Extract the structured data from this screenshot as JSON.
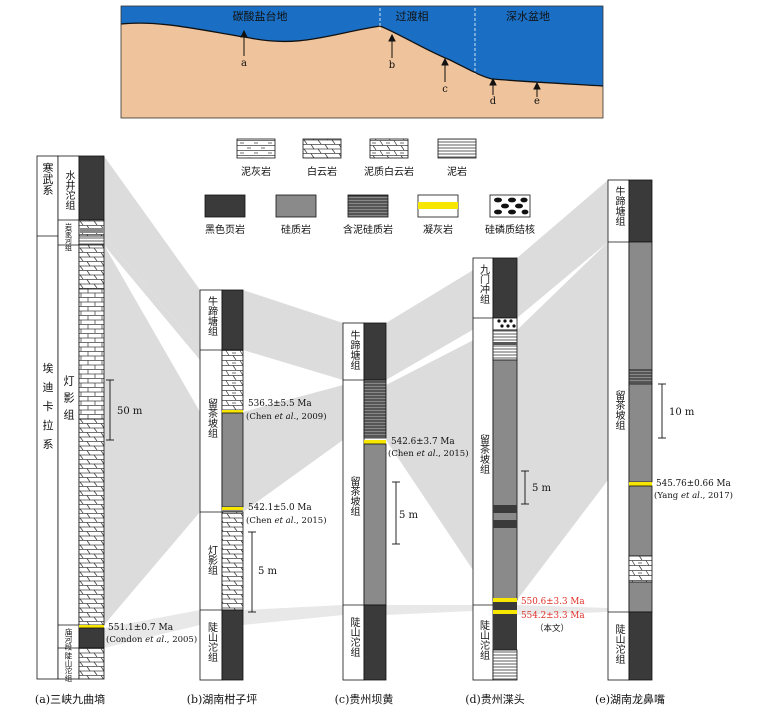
{
  "basin": {
    "zones": [
      "碳酸盐台地",
      "过渡相",
      "深水盆地"
    ],
    "sites": [
      "a",
      "b",
      "c",
      "d",
      "e"
    ],
    "colors": {
      "water": "#1a6fc4",
      "sediment": "#efc39b"
    }
  },
  "legend": {
    "row1": [
      "泥灰岩",
      "白云岩",
      "泥质白云岩",
      "泥岩"
    ],
    "row2": [
      "黑色页岩",
      "硅质岩",
      "含泥硅质岩",
      "凝灰岩",
      "硅磷质结核"
    ]
  },
  "columns": {
    "a": {
      "caption": "(a)三峡九曲墒",
      "systems": [
        "寒武系",
        "埃迪卡拉系"
      ],
      "formations": [
        "水井沱组",
        "岩家河组",
        "灯影组",
        "庙河段",
        "陡山沱组"
      ],
      "scale": "50 m",
      "age": "551.1±0.7 Ma",
      "ref_author": "(Condon ",
      "ref_etal": "et al",
      "ref_year": "., 2005)"
    },
    "b": {
      "caption": "(b)湖南柑子坪",
      "formations": [
        "牛蹄塘组",
        "留茶坡组",
        "灯影组",
        "陡山沱组"
      ],
      "scale": "5 m",
      "ages": [
        {
          "age": "536.3±5.5 Ma",
          "ref_author": "(Chen ",
          "ref_etal": "et al",
          "ref_year": "., 2009)"
        },
        {
          "age": "542.1±5.0 Ma",
          "ref_author": "(Chen ",
          "ref_etal": "et al",
          "ref_year": "., 2015)"
        }
      ]
    },
    "c": {
      "caption": "(c)贵州坝黄",
      "formations": [
        "牛蹄塘组",
        "留茶坡组",
        "陡山沱组"
      ],
      "scale": "5 m",
      "age": "542.6±3.7 Ma",
      "ref_author": "(Chen ",
      "ref_etal": "et al",
      "ref_year": "., 2015)"
    },
    "d": {
      "caption": "(d)贵州渫头",
      "formations": [
        "九门冲组",
        "留茶坡组",
        "陡山沱组"
      ],
      "scale": "5 m",
      "ages": [
        "550.6±3.3 Ma",
        "554.2±3.3 Ma"
      ],
      "note": "（本文）"
    },
    "e": {
      "caption": "(e)湖南龙鼻嘴",
      "formations": [
        "牛蹄塘组",
        "留茶坡组",
        "陡山沱组"
      ],
      "scale": "10 m",
      "age": "545.76±0.66 Ma",
      "ref_author": "(Yang ",
      "ref_etal": "et al",
      "ref_year": "., 2017)"
    }
  }
}
